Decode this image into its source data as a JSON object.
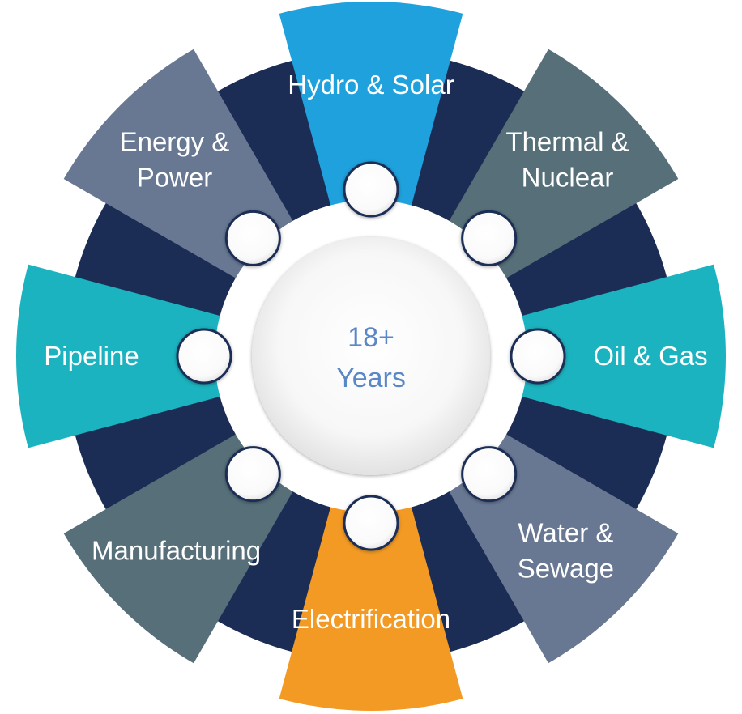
{
  "center": {
    "line1": "18+",
    "line2": "Years"
  },
  "segments": [
    {
      "id": "hydro-solar",
      "lines": [
        "Hydro & Solar"
      ],
      "color": "#1ea1dc"
    },
    {
      "id": "thermal-nuclear",
      "lines": [
        "Thermal &",
        "Nuclear"
      ],
      "color": "#566f79"
    },
    {
      "id": "oil-gas",
      "lines": [
        "Oil & Gas"
      ],
      "color": "#1bb3bf"
    },
    {
      "id": "water-sewage",
      "lines": [
        "Water &",
        "Sewage"
      ],
      "color": "#687893"
    },
    {
      "id": "electrification",
      "lines": [
        "Electrification"
      ],
      "color": "#f39a24"
    },
    {
      "id": "manufacturing",
      "lines": [
        "Manufacturing"
      ],
      "color": "#566f79"
    },
    {
      "id": "pipeline",
      "lines": [
        "Pipeline"
      ],
      "color": "#1bb3bf"
    },
    {
      "id": "energy-power",
      "lines": [
        "Energy &",
        "Power"
      ],
      "color": "#687893"
    }
  ],
  "colors": {
    "ring": "#1b2d55",
    "bubble": "#ffffff",
    "center_text": "#5a87c6"
  }
}
